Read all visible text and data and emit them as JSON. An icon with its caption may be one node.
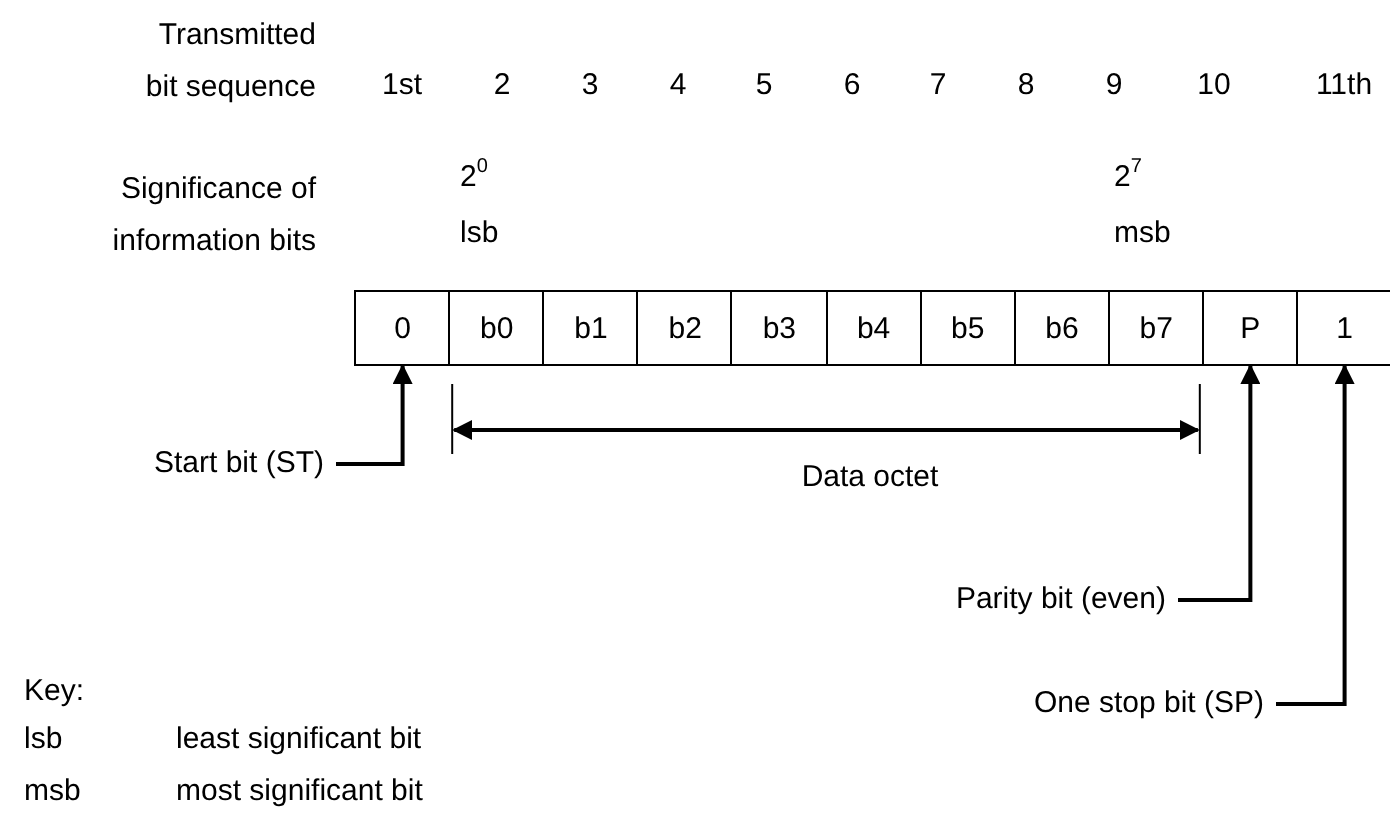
{
  "diagram": {
    "nodes": [
      {
        "text": [
          "0"
        ]
      },
      {
        "text": [
          "b0"
        ]
      },
      {
        "text": [
          "b1"
        ]
      },
      {
        "text": [
          "b2"
        ]
      },
      {
        "text": [
          "b3"
        ]
      },
      {
        "text": [
          "b4"
        ]
      },
      {
        "text": [
          "b5"
        ]
      },
      {
        "text": [
          "b6"
        ]
      },
      {
        "text": [
          "b7"
        ]
      },
      {
        "text": [
          "P"
        ]
      },
      {
        "text": [
          "1"
        ]
      },
      {
        "text": [
          "Start bit (ST)"
        ]
      },
      {
        "text": [
          "Parity bit (even)"
        ]
      },
      {
        "text": [
          "One stop bit (SP)"
        ]
      }
    ],
    "edges": [
      {
        "from": 11,
        "to": 0,
        "arrow": "to"
      },
      {
        "from": 12,
        "to": 9,
        "arrow": "to"
      },
      {
        "from": 13,
        "to": 10,
        "arrow": "to"
      }
    ],
    "labels": [
      "Transmitted bit sequence",
      "1st",
      "2",
      "3",
      "4",
      "5",
      "6",
      "7",
      "8",
      "9",
      "10",
      "11th",
      "Significance of information bits",
      "2$^{0}$",
      "lsb",
      "2$^{7}$",
      "msb",
      "Data octet",
      "Key:",
      "lsb",
      "least significant bit",
      "msb",
      "most significant bit"
    ]
  }
}
